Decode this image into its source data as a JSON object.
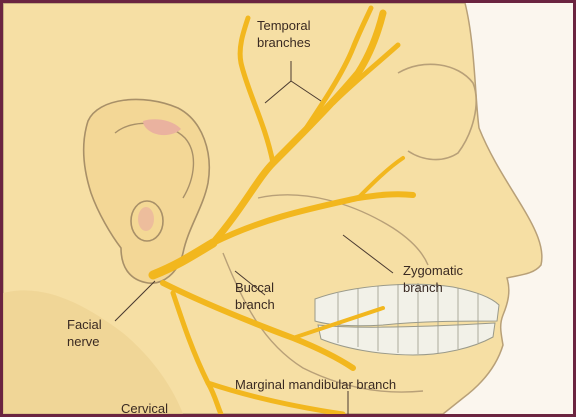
{
  "diagram": {
    "labels": {
      "temporal_1": "Temporal",
      "temporal_2": "branches",
      "zygomatic_1": "Zygomatic",
      "zygomatic_2": "branch",
      "buccal_1": "Buccal",
      "buccal_2": "branch",
      "facial_1": "Facial",
      "facial_2": "nerve",
      "marginal": "Marginal mandibular branch",
      "cervical": "Cervical"
    },
    "colors": {
      "frame": "#6b2440",
      "skin": "#f6dfa4",
      "skin_shadow": "#e9c98d",
      "outline": "#b8a078",
      "nerve": "#f2b71e",
      "ear_pink": "#eab29f",
      "teeth": "#f2f1e8"
    }
  }
}
